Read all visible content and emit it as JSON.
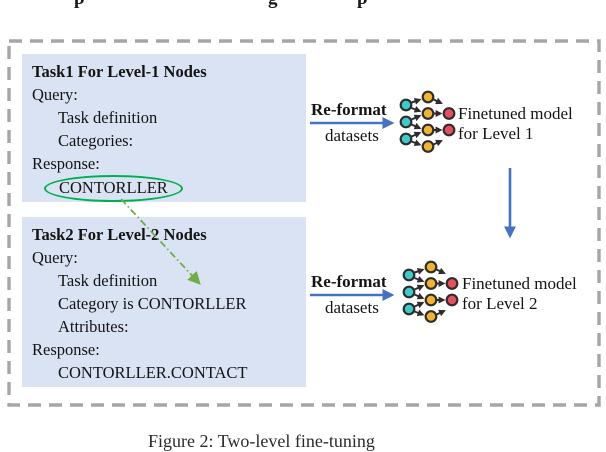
{
  "figure": {
    "caption": "Figure 2: Two-level fine-tuning",
    "top_cropped_fragments": [
      "p",
      "g",
      "p"
    ]
  },
  "task1": {
    "title": "Task1 For Level-1 Nodes",
    "query_label": "Query:",
    "task_definition": "Task definition",
    "categories": "Categories:",
    "response_label": "Response:",
    "response_value": "CONTORLLER"
  },
  "task2": {
    "title": "Task2 For Level-2 Nodes",
    "query_label": "Query:",
    "task_definition": "Task definition",
    "category_is": "Category is CONTORLLER",
    "attributes": "Attributes:",
    "response_label": "Response:",
    "response_value": "CONTORLLER.CONTACT"
  },
  "flow_level1": {
    "reformat": "Re-format",
    "datasets": "datasets",
    "model_line1": "Finetuned model",
    "model_line2": "for Level 1"
  },
  "flow_level2": {
    "reformat": "Re-format",
    "datasets": "datasets",
    "model_line1": "Finetuned model",
    "model_line2": "for Level 2"
  },
  "colors": {
    "box_background": "#dae3f3",
    "dashed_frame": "#a6a6a6",
    "arrow_blue": "#4472c4",
    "ellipse_green": "#00b050",
    "dashed_arrow_green": "#70ad47",
    "node_teal": "#3ec9cc",
    "node_yellow": "#f2b32f",
    "node_red": "#e94f5a"
  }
}
